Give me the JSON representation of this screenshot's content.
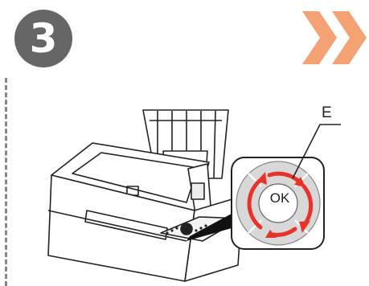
{
  "step": {
    "number": "3"
  },
  "callout": {
    "label": "E"
  },
  "control": {
    "ok_label": "OK"
  },
  "colors": {
    "badge": "#666666",
    "chevron": "#f4a274",
    "arrow": "#e8332b",
    "dial": "#d8d8d8",
    "dash": "#888888"
  },
  "icons": [
    "next-chevron-icon",
    "rotate-arrow-icon"
  ]
}
